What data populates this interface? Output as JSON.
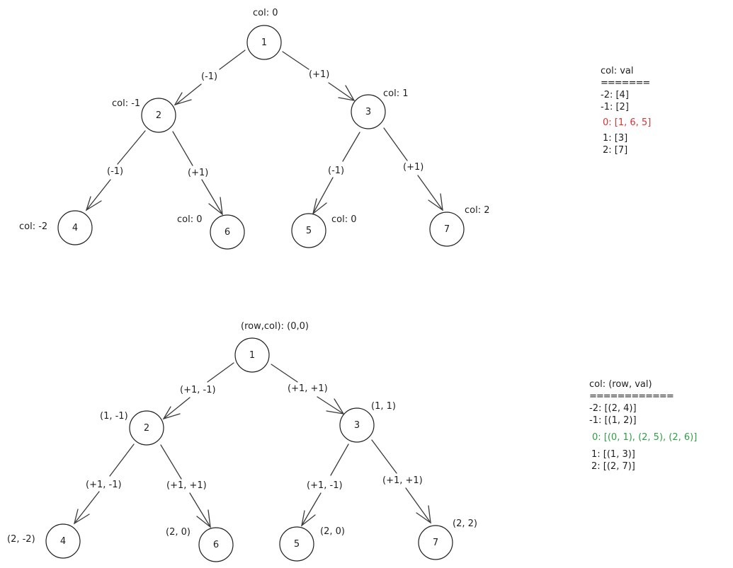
{
  "colors": {
    "stroke": "#1e1e1e",
    "edge": "#3a3a3a",
    "highlight_red": "#e03131",
    "highlight_green": "#2f9e44",
    "background": "#ffffff"
  },
  "tree1": {
    "nodes": [
      {
        "id": "n1",
        "value": "1",
        "label": "col: 0"
      },
      {
        "id": "n2",
        "value": "2",
        "label": "col: -1"
      },
      {
        "id": "n3",
        "value": "3",
        "label": "col: 1"
      },
      {
        "id": "n4",
        "value": "4",
        "label": "col: -2"
      },
      {
        "id": "n6",
        "value": "6",
        "label": "col: 0"
      },
      {
        "id": "n5",
        "value": "5",
        "label": "col: 0"
      },
      {
        "id": "n7",
        "value": "7",
        "label": "col: 2"
      }
    ],
    "edges": [
      {
        "from": "1",
        "to": "2",
        "label": "(-1)"
      },
      {
        "from": "1",
        "to": "3",
        "label": "(+1)"
      },
      {
        "from": "2",
        "to": "4",
        "label": "(-1)"
      },
      {
        "from": "2",
        "to": "6",
        "label": "(+1)"
      },
      {
        "from": "3",
        "to": "5",
        "label": "(-1)"
      },
      {
        "from": "3",
        "to": "7",
        "label": "(+1)"
      }
    ]
  },
  "table1": {
    "header": "col: val",
    "separator": "=======",
    "rows": [
      "-2: [4]",
      "-1: [2]",
      "0: [1, 6, 5]",
      "1: [3]",
      "2: [7]"
    ]
  },
  "tree2": {
    "nodes": [
      {
        "id": "m1",
        "value": "1",
        "label": "(row,col): (0,0)"
      },
      {
        "id": "m2",
        "value": "2",
        "label": "(1, -1)"
      },
      {
        "id": "m3",
        "value": "3",
        "label": "(1, 1)"
      },
      {
        "id": "m4",
        "value": "4",
        "label": "(2, -2)"
      },
      {
        "id": "m6",
        "value": "6",
        "label": "(2, 0)"
      },
      {
        "id": "m5",
        "value": "5",
        "label": "(2, 0)"
      },
      {
        "id": "m7",
        "value": "7",
        "label": "(2, 2)"
      }
    ],
    "edges": [
      {
        "from": "1",
        "to": "2",
        "label": "(+1, -1)"
      },
      {
        "from": "1",
        "to": "3",
        "label": "(+1, +1)"
      },
      {
        "from": "2",
        "to": "4",
        "label": "(+1, -1)"
      },
      {
        "from": "2",
        "to": "6",
        "label": "(+1, +1)"
      },
      {
        "from": "3",
        "to": "5",
        "label": "(+1, -1)"
      },
      {
        "from": "3",
        "to": "7",
        "label": "(+1, +1)"
      }
    ]
  },
  "table2": {
    "header": "col: (row, val)",
    "separator": "============",
    "rows": [
      "-2: [(2, 4)]",
      "-1: [(1, 2)]",
      "0: [(0, 1), (2, 5), (2, 6)]",
      "1: [(1, 3)]",
      "2: [(2, 7)]"
    ]
  }
}
